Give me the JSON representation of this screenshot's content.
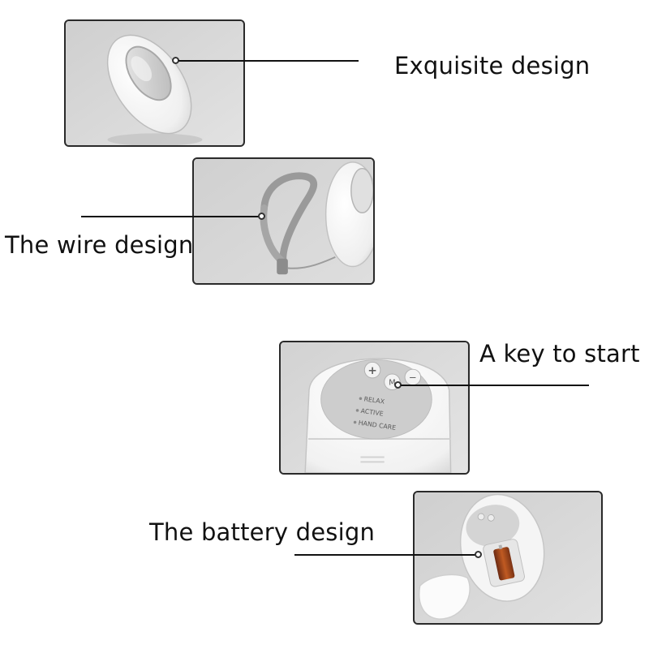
{
  "features": [
    {
      "caption": "Exquisite design",
      "photo": "device-front-view"
    },
    {
      "caption": "The wire design",
      "photo": "wrist-strap-view"
    },
    {
      "caption": "A key to start",
      "photo": "control-panel-view"
    },
    {
      "caption": "The battery design",
      "photo": "battery-compartment-view"
    }
  ],
  "control_panel": {
    "plus": "+",
    "minus": "−",
    "mode_key": "M",
    "modes": [
      "RELAX",
      "ACTIVE",
      "HAND CARE"
    ]
  },
  "colors": {
    "background": "#ffffff",
    "photo_background": "#d6d6d6",
    "device_white": "#f4f4f4",
    "strap_grey": "#9a9a9a",
    "text": "#111111"
  }
}
